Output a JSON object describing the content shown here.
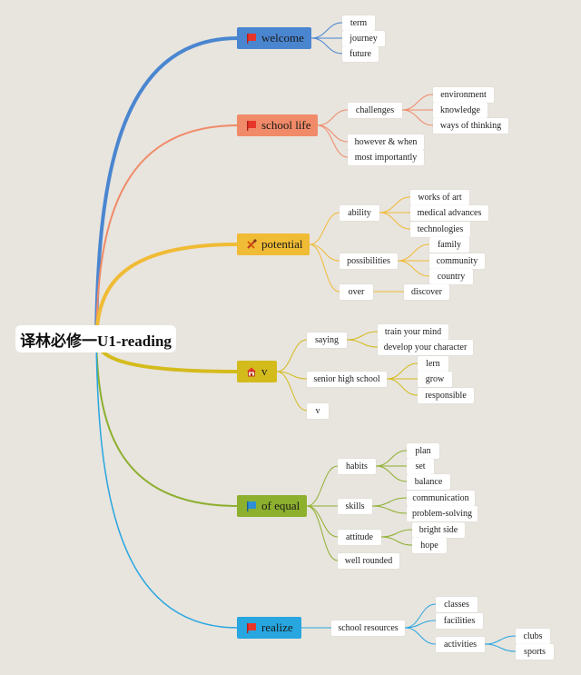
{
  "root": {
    "label": "译林必修一U1-reading"
  },
  "branches": [
    {
      "label": "welcome",
      "color": "#4a86d0",
      "icon": "red-flag-icon",
      "children": [
        "term",
        "journey",
        "future"
      ]
    },
    {
      "label": "school life",
      "color": "#f08a68",
      "icon": "red-flag-icon",
      "children": [
        "challenges",
        "however & when",
        "most importantly"
      ],
      "grandchildren": {
        "challenges": [
          "environment",
          "knowledge",
          "ways of thinking"
        ]
      }
    },
    {
      "label": "potential",
      "color": "#f0bb35",
      "icon": "tools-icon",
      "children": [
        "ability",
        "possibilities",
        "over"
      ],
      "grandchildren": {
        "ability": [
          "works of art",
          "medical advances",
          "technologies"
        ],
        "possibilities": [
          "family",
          "community",
          "country"
        ],
        "over": [
          "discover"
        ]
      }
    },
    {
      "label": "v",
      "color": "#d4bb1c",
      "icon": "house-icon",
      "children": [
        "saying",
        "senior high school",
        "v"
      ],
      "grandchildren": {
        "saying": [
          "train your mind",
          "develop your character"
        ],
        "senior high school": [
          "lern",
          "grow",
          "responsible"
        ]
      }
    },
    {
      "label": "of equal",
      "color": "#8db02e",
      "icon": "blue-flag-icon",
      "children": [
        "habits",
        "skills",
        "attitude",
        "well rounded"
      ],
      "grandchildren": {
        "habits": [
          "plan",
          "set",
          "balance"
        ],
        "skills": [
          "communication",
          "problem-solving"
        ],
        "attitude": [
          "bright side",
          "hope"
        ]
      }
    },
    {
      "label": "realize",
      "color": "#27a6e0",
      "icon": "red-flag-icon",
      "children": [
        "school resources"
      ],
      "grandchildren": {
        "school resources": [
          "classes",
          "facilities",
          "activities"
        ]
      },
      "greatgrandchildren": {
        "activities": [
          "clubs",
          "sports"
        ]
      }
    }
  ],
  "colors": {
    "background": "#e8e4de",
    "flag_red": "#e8352a",
    "flag_blue": "#2f8fd6"
  }
}
